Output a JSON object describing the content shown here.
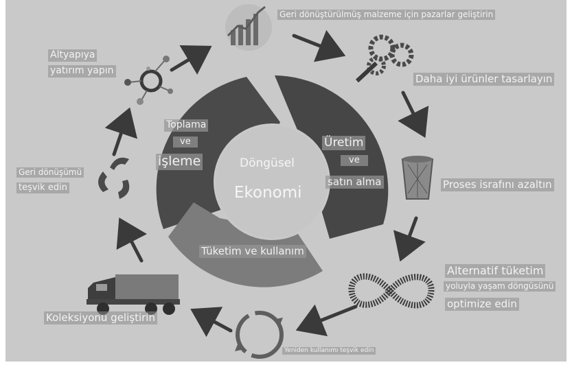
{
  "center": {
    "line1": "Döngüsel",
    "line2": "Ekonomi"
  },
  "segments": {
    "collection": {
      "line1": "Toplama",
      "line2": "ve",
      "line3": "işleme"
    },
    "production": {
      "line1": "Üretim",
      "line2": "ve",
      "line3": "satın alma"
    },
    "consumption": {
      "line1": "Tüketim ve kullanım"
    }
  },
  "steps": {
    "markets": "Geri dönüştürülmüş malzeme için pazarlar geliştirin",
    "design": "Daha iyi ürünler tasarlayın",
    "waste": "Proses israfını azaltın",
    "alt_line1": "Alternatif tüketim",
    "alt_line2": "yoluyla yaşam döngüsünü",
    "alt_line3": "optimize edin",
    "reuse": "Yeniden kullanımı teşvik edin",
    "collect": "Koleksiyonu geliştirin",
    "recycle_line1": "Geri dönüşümü",
    "recycle_line2": "teşvik edin",
    "infra_line1": "Altyapıya",
    "infra_line2": "yatırım yapın"
  },
  "colors": {
    "panel": "#c9c9c9",
    "segment_dark": "#4a4a4a",
    "segment_mid": "#7a7a7a",
    "arrow": "#3a3a3a"
  },
  "icons": [
    "chart-icon",
    "gears-icon",
    "trash-bin-icon",
    "infinity-icon",
    "reuse-arrows-icon",
    "garbage-truck-icon",
    "recycle-spin-icon",
    "network-node-icon"
  ]
}
